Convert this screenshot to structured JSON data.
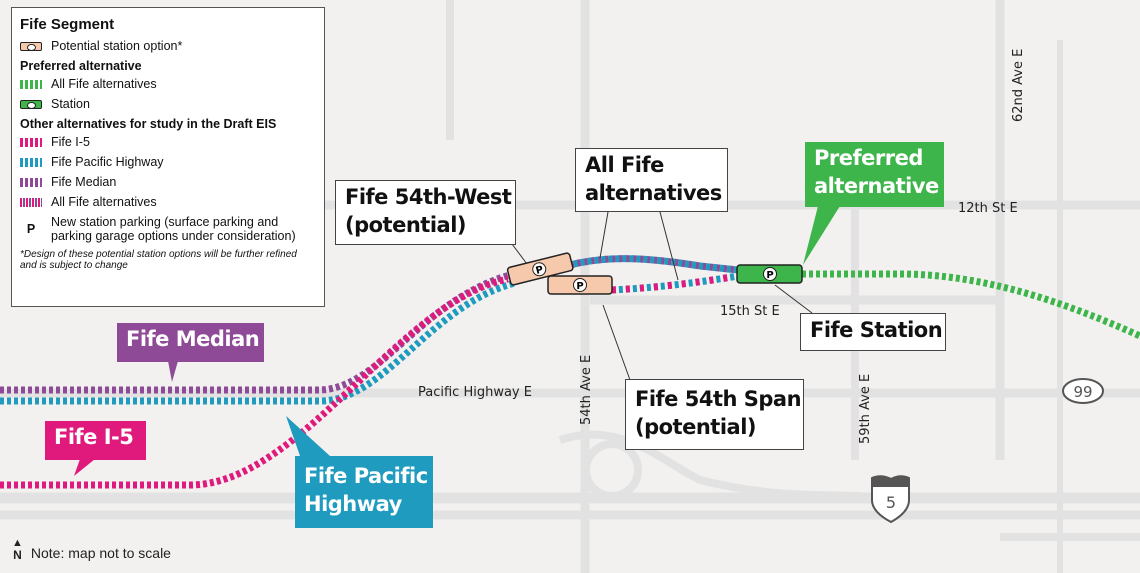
{
  "legend": {
    "title": "Fife Segment",
    "potential_station": "Potential station option*",
    "preferred_heading": "Preferred alternative",
    "preferred_all": "All Fife alternatives",
    "preferred_station": "Station",
    "other_heading": "Other alternatives for study in the Draft EIS",
    "fife_i5": "Fife I-5",
    "fife_pacific": "Fife Pacific Highway",
    "fife_median": "Fife Median",
    "other_all": "All Fife alternatives",
    "parking_symbol": "P",
    "parking": "New station parking (surface parking and parking garage options under consideration)",
    "footnote": "*Design of these potential station options will be further refined and is subject to change"
  },
  "colors": {
    "fife_i5": "#e0197d",
    "fife_pacific": "#1f9bbf",
    "fife_median": "#8e4a97",
    "preferred": "#3db54a",
    "potential_station": "#f6c9ad",
    "background": "#f3f1ef",
    "road": "#e2e2e2"
  },
  "callouts": {
    "fife_median": "Fife Median",
    "fife_i5": "Fife I-5",
    "fife_pacific": "Fife Pacific\nHighway",
    "west": "Fife 54th-West\n(potential)",
    "all_fife": "All Fife\nalternatives",
    "preferred": "Preferred\nalternative",
    "fife_station": "Fife Station",
    "span": "Fife 54th Span\n(potential)"
  },
  "roads": {
    "st12": "12th St E",
    "st15": "15th St E",
    "pachwy": "Pacific Highway E",
    "ave54": "54th Ave E",
    "ave59": "59th Ave E",
    "ave62": "62nd Ave E"
  },
  "shields": {
    "sr99": "99",
    "i5": "5"
  },
  "parking_marker": "P",
  "footer": {
    "north": "N",
    "note": "Note: map not to scale"
  }
}
